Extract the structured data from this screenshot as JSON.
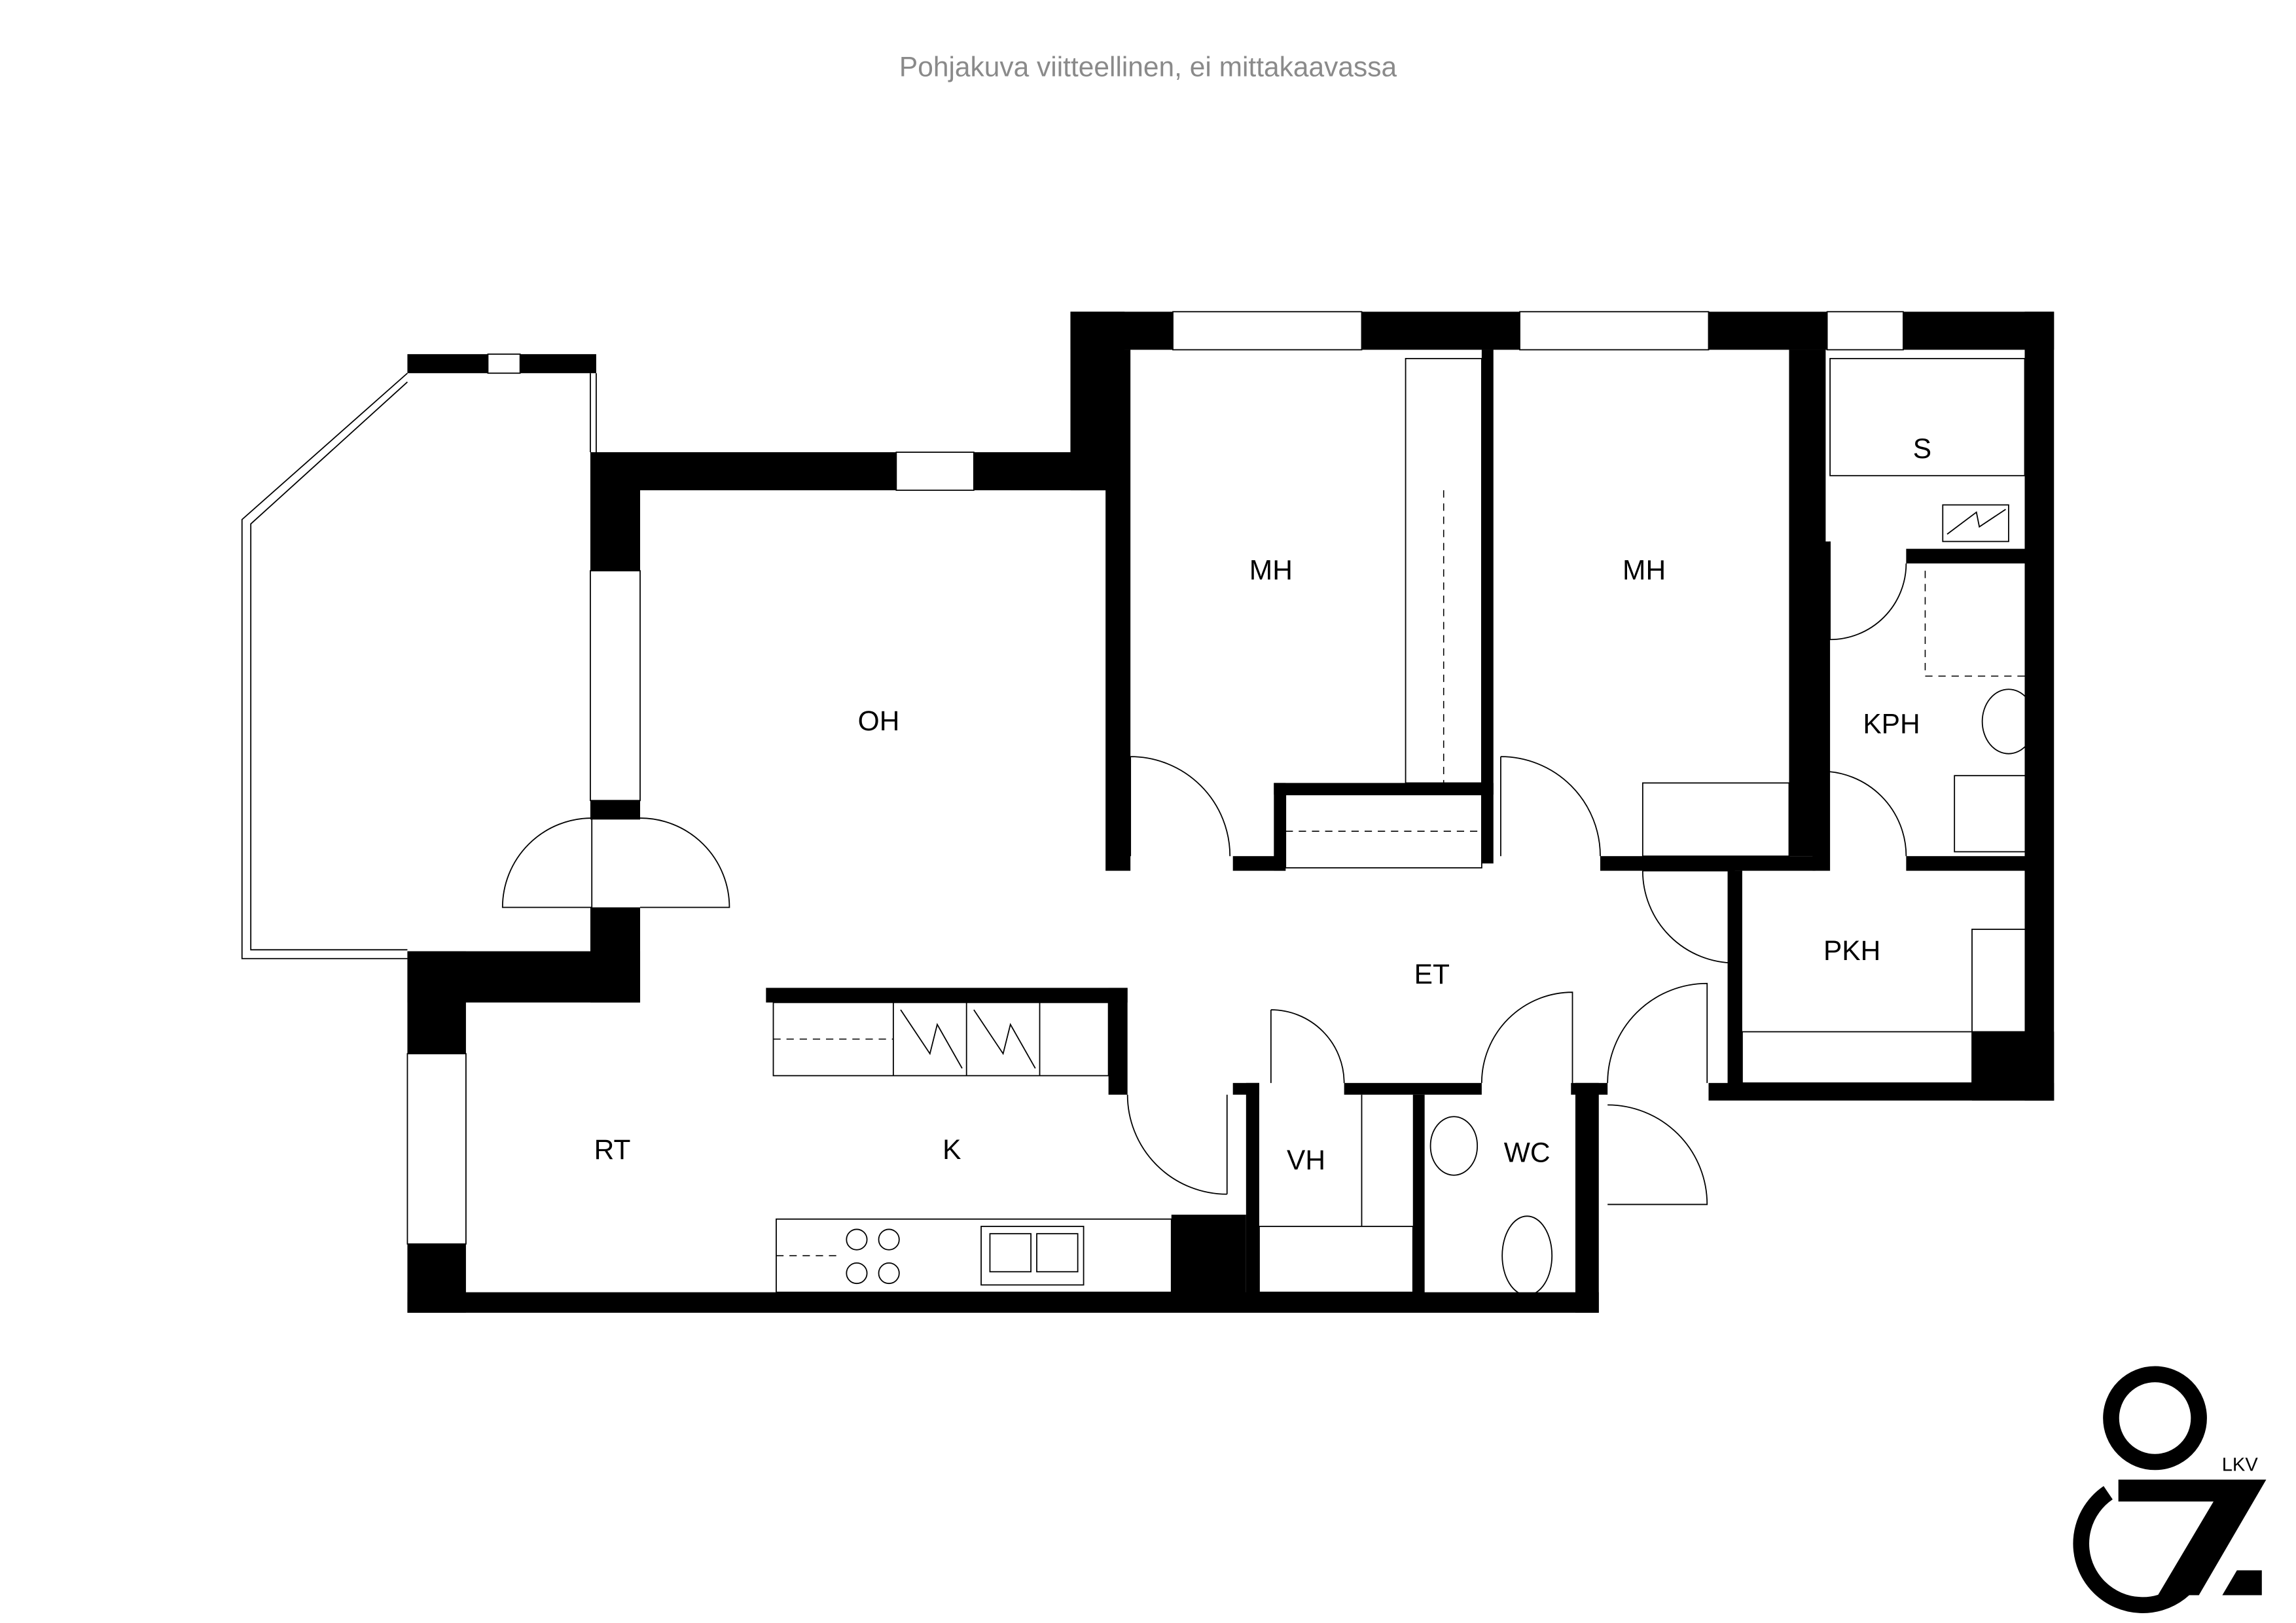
{
  "caption": "Pohjakuva viitteellinen, ei mittakaavassa",
  "rooms": {
    "oh": "OH",
    "mh1": "MH",
    "mh2": "MH",
    "s": "S",
    "kph": "KPH",
    "pkh": "PKH",
    "et": "ET",
    "rt": "RT",
    "k": "K",
    "vh": "VH",
    "wc": "WC"
  },
  "logo": {
    "mark": "87",
    "suffix": "LKV"
  }
}
